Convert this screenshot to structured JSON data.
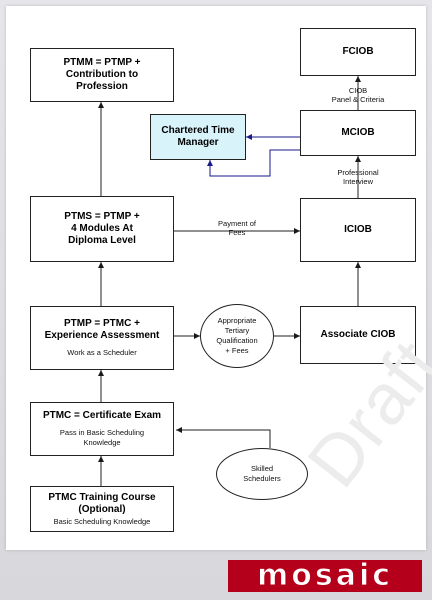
{
  "diagram": {
    "nodes": {
      "ptmm": {
        "lines": [
          "PTMM = PTMP +",
          "Contribution to",
          "Profession"
        ]
      },
      "fciob": {
        "lines": [
          "FCIOB"
        ]
      },
      "chartered": {
        "lines": [
          "Chartered Time",
          "Manager"
        ]
      },
      "mciob": {
        "lines": [
          "MCIOB"
        ]
      },
      "ptms": {
        "lines": [
          "PTMS = PTMP +",
          "4 Modules At",
          "Diploma Level"
        ]
      },
      "iciob": {
        "lines": [
          "ICIOB"
        ]
      },
      "ptmp": {
        "lines": [
          "PTMP = PTMC +",
          "Experience Assessment"
        ],
        "sub": [
          "Work as a Scheduler"
        ]
      },
      "tertiary": {
        "lines": [
          "Appropriate",
          "Tertiary",
          "Qualification",
          "+ Fees"
        ]
      },
      "associate": {
        "lines": [
          "Associate CIOB"
        ]
      },
      "ptmc": {
        "lines": [
          "PTMC = Certificate Exam"
        ],
        "sub": [
          "Pass in Basic Scheduling",
          "Knowledge"
        ]
      },
      "skilled": {
        "lines": [
          "Skilled",
          "Schedulers"
        ]
      },
      "course": {
        "lines": [
          "PTMC Training Course",
          "(Optional)"
        ],
        "sub": [
          "Basic Scheduling Knowledge"
        ]
      }
    },
    "edge_labels": {
      "ciob_panel": [
        "CIOB",
        "Panel & Criteria"
      ],
      "professional_interview": [
        "Professional",
        "Interview"
      ],
      "payment_of_fees": [
        "Payment of",
        "Fees"
      ]
    }
  },
  "watermark": "Draft",
  "logo_text": "mosaic",
  "colors": {
    "highlight": "#d8f3fa",
    "edge": "#222222",
    "brand": "#b5001b"
  }
}
